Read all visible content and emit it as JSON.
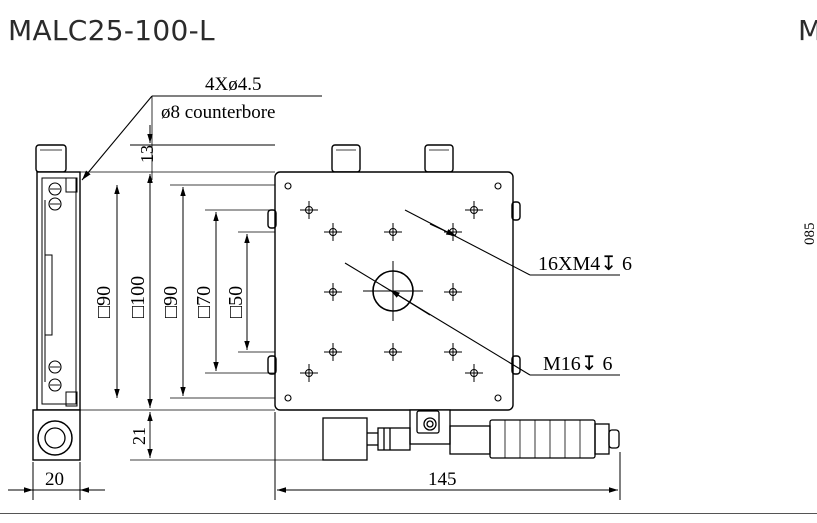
{
  "titles": {
    "main": "MALC25-100-L",
    "cut_off": "M"
  },
  "callouts": {
    "holes": "4Xø4.5",
    "counterbore": "ø8 counterbore",
    "threaded_holes": "16XM4↧ 6",
    "center_thread": "M16↧ 6"
  },
  "dimensions": {
    "top_offset": "13",
    "side_90": "□90",
    "side_100": "□100",
    "inner_90": "□90",
    "inner_70": "□70",
    "inner_50": "□50",
    "bottom_offset": "21",
    "width_20": "20",
    "width_145": "145",
    "cut_off_value": "085"
  }
}
